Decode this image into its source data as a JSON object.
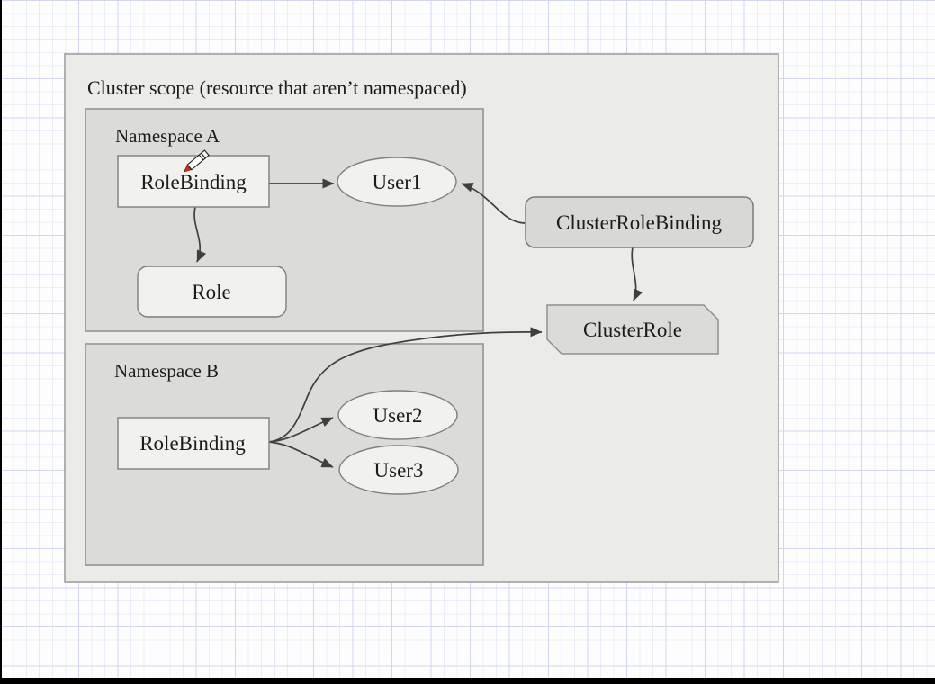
{
  "diagram": {
    "title": "Cluster scope (resource that aren’t namespaced)",
    "namespace_a": {
      "label": "Namespace A",
      "nodes": {
        "rolebinding": "RoleBinding",
        "role": "Role",
        "user1": "User1"
      }
    },
    "namespace_b": {
      "label": "Namespace B",
      "nodes": {
        "rolebinding": "RoleBinding",
        "user2": "User2",
        "user3": "User3"
      }
    },
    "cluster_nodes": {
      "clusterrolebinding": "ClusterRoleBinding",
      "clusterrole": "ClusterRole"
    },
    "edges": [
      {
        "from": "RoleBinding (Namespace A)",
        "to": "User1"
      },
      {
        "from": "RoleBinding (Namespace A)",
        "to": "Role"
      },
      {
        "from": "ClusterRoleBinding",
        "to": "User1"
      },
      {
        "from": "ClusterRoleBinding",
        "to": "ClusterRole"
      },
      {
        "from": "RoleBinding (Namespace B)",
        "to": "User2"
      },
      {
        "from": "RoleBinding (Namespace B)",
        "to": "User3"
      },
      {
        "from": "RoleBinding (Namespace B)",
        "to": "ClusterRole"
      }
    ],
    "icons": {
      "pencil_cursor": "red-tipped pencil (edit cursor)"
    },
    "colors": {
      "outer_box_fill": "#ebebe8",
      "namespace_fill": "#dbdbd8",
      "node_fill": "#f1f1ee",
      "clusterrolebinding_fill": "#d8d8d5",
      "border_gray": "#8f8f8f",
      "arrow_gray": "#3f3f3f",
      "grid_line": "#cdd3ec",
      "pencil_tip_red": "#cf2a1b",
      "text_color": "#1b1b1b"
    }
  }
}
